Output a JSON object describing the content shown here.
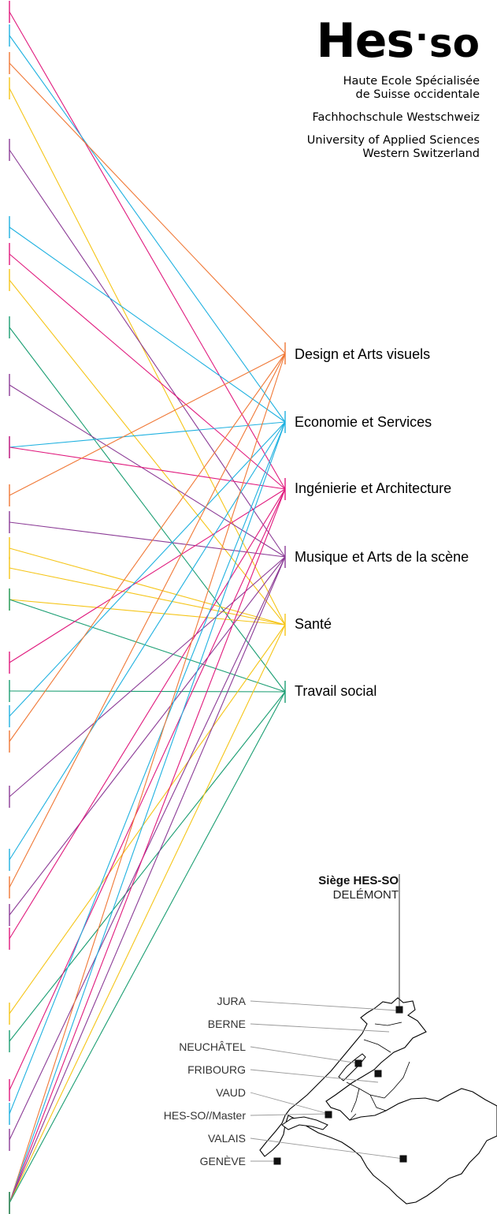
{
  "logo": {
    "wordmark_main": "Hes",
    "wordmark_dot": "·",
    "wordmark_so": "so",
    "tagline_fr": "Haute Ecole Spécialisée\nde Suisse occidentale",
    "tagline_de": "Fachhochschule Westschweiz",
    "tagline_en": "University of Applied Sciences\nWestern Switzerland"
  },
  "domains": [
    {
      "label": "Design et Arts visuels",
      "color": "#f07836"
    },
    {
      "label": "Economie et Services",
      "color": "#1fb1e0"
    },
    {
      "label": "Ingénierie et Architecture",
      "color": "#e0197d"
    },
    {
      "label": "Musique et Arts de la scène",
      "color": "#8b3b96"
    },
    {
      "label": "Santé",
      "color": "#f5c518"
    },
    {
      "label": "Travail social",
      "color": "#1a9e72"
    }
  ],
  "siege": {
    "title": "Siège HES-SO",
    "city": "DELÉMONT"
  },
  "regions": [
    "JURA",
    "BERNE",
    "NEUCHÂTEL",
    "FRIBOURG",
    "VAUD",
    "HES-SO//Master",
    "VALAIS",
    "GENÈVE"
  ]
}
